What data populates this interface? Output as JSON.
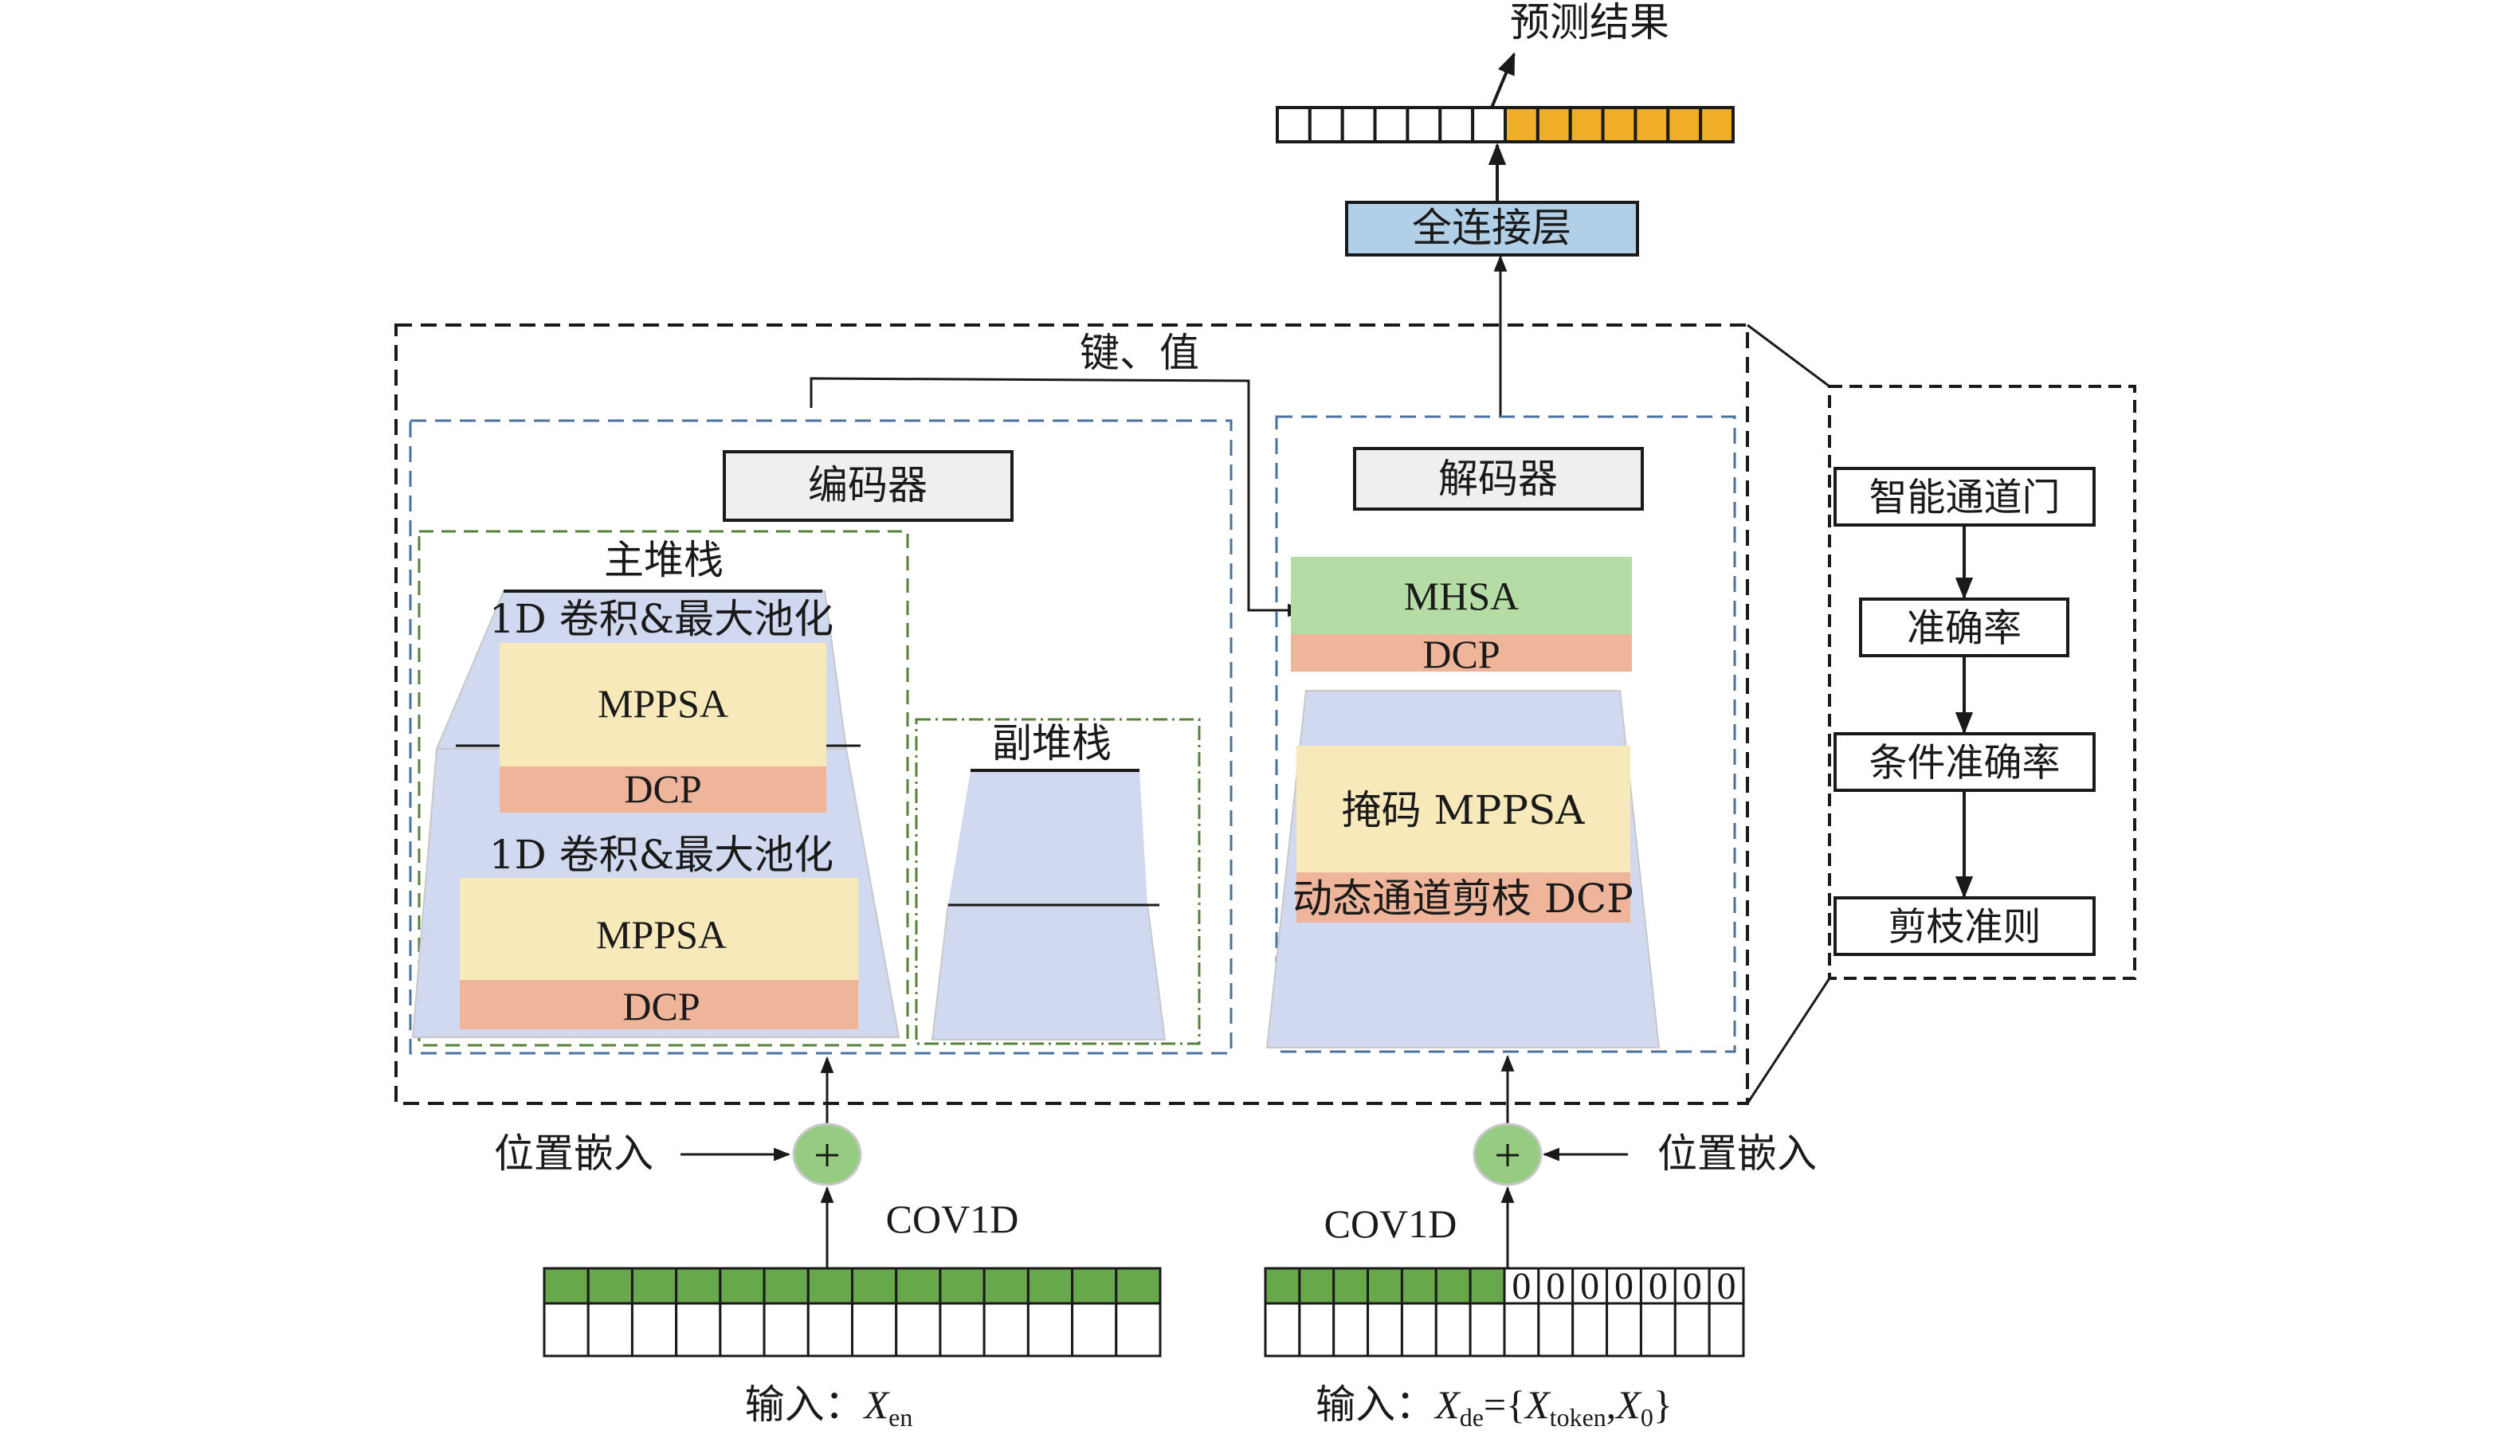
{
  "colors": {
    "stack_bg": "#d0d9ef",
    "mppsa": "#f8e9bb",
    "dcp": "#efb59a",
    "mhsa": "#b5dca4",
    "fc_layer": "#b1cfe6",
    "label_box": "#efefef",
    "encoder_green": "#66a84a",
    "plus_circle": "#96cc82",
    "output_orange": "#f0ad27",
    "outer_dash": "#1a1a1a",
    "blue_dash": "#4a72a0",
    "green_dash": "#56813b"
  },
  "output": {
    "label": "预测结果",
    "cells_total": 14,
    "cells_filled": 7
  },
  "fc_layer": {
    "label": "全连接层"
  },
  "key_value_label": "键、值",
  "encoder": {
    "title": "编码器",
    "main_stack": {
      "title": "主堆栈",
      "blocks": [
        {
          "conv": "1D 卷积&最大池化",
          "attn": "MPPSA",
          "dcp": "DCP"
        },
        {
          "conv": "1D 卷积&最大池化",
          "attn": "MPPSA",
          "dcp": "DCP"
        }
      ]
    },
    "sub_stack": {
      "title": "副堆栈"
    },
    "position_embedding": "位置嵌入",
    "conv_label": "COV1D",
    "input_prefix": "输入：",
    "input_var": "X",
    "input_sub": "en",
    "cells": 14
  },
  "decoder": {
    "title": "解码器",
    "mhsa": "MHSA",
    "mhsa_dcp": "DCP",
    "masked_attn": "掩码 MPPSA",
    "pruning_dcp": "动态通道剪枝 DCP",
    "position_embedding": "位置嵌入",
    "conv_label": "COV1D",
    "input_prefix": "输入：",
    "input_formula": {
      "var": "X",
      "sub": "de",
      "eq": "={",
      "token_var": "X",
      "token_sub": "token",
      "sep": ",",
      "zero_var": "X",
      "zero_sub": "0",
      "close": "}"
    },
    "cells": 14,
    "token_cells": 7,
    "zero_value": "0"
  },
  "pruning_panel": {
    "steps": [
      "智能通道门",
      "准确率",
      "条件准确率",
      "剪枝准则"
    ]
  }
}
